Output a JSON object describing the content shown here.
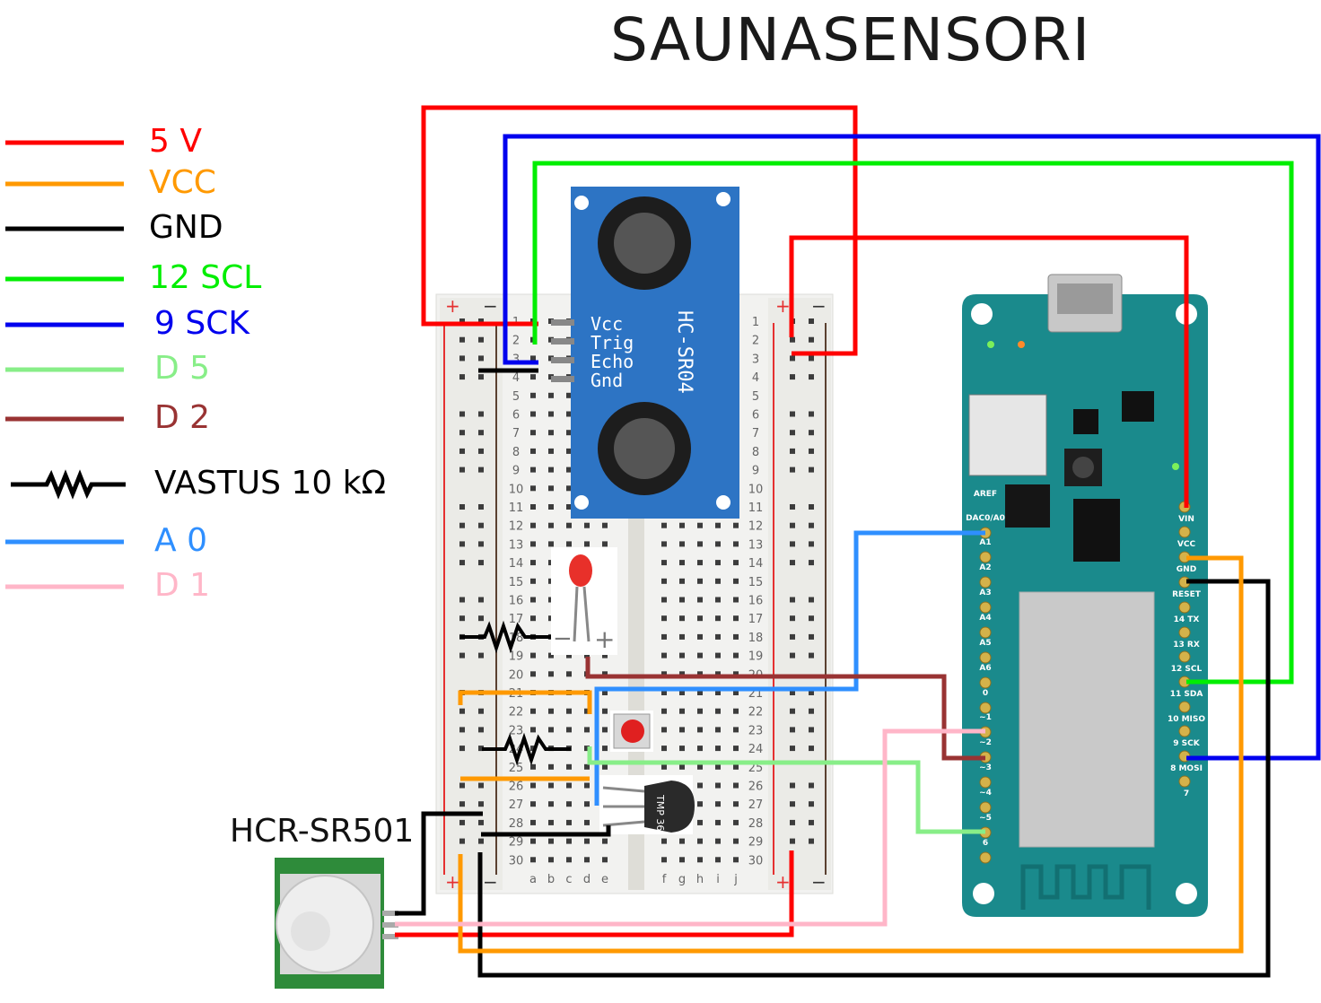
{
  "title": "SAUNASENSORI",
  "legend": [
    {
      "label": "5 V",
      "color": "#ff0000"
    },
    {
      "label": "VCC",
      "color": "#ff9900"
    },
    {
      "label": "GND",
      "color": "#000000"
    },
    {
      "label": "12 SCL",
      "color": "#00ee00"
    },
    {
      "label": "9 SCK",
      "color": "#0000ee"
    },
    {
      "label": "D 5",
      "color": "#88ee88"
    },
    {
      "label": "D 2",
      "color": "#993333"
    },
    {
      "label": "VASTUS 10 kΩ",
      "color": "#000000",
      "icon": "resistor-icon"
    },
    {
      "label": "A 0",
      "color": "#2f8fff"
    },
    {
      "label": "D 1",
      "color": "#ffb6c8"
    }
  ],
  "pir_label": "HCR-SR501",
  "sensor": {
    "model": "HC-SR04",
    "pins": [
      "Vcc",
      "Trig",
      "Echo",
      "Gnd"
    ]
  },
  "breadboard": {
    "rows": [
      "1",
      "2",
      "3",
      "4",
      "5",
      "6",
      "7",
      "8",
      "9",
      "10",
      "11",
      "12",
      "13",
      "14",
      "15",
      "16",
      "17",
      "18",
      "19",
      "20",
      "21",
      "22",
      "23",
      "24",
      "25",
      "26",
      "27",
      "28",
      "29",
      "30"
    ],
    "cols_left": [
      "a",
      "b",
      "c",
      "d",
      "e"
    ],
    "cols_right": [
      "f",
      "g",
      "h",
      "i",
      "j"
    ],
    "rail_plus": "+",
    "rail_minus": "−"
  },
  "temp_sensor": {
    "marking": "TMP 36"
  },
  "board": {
    "left_pins": [
      "AREF",
      "DAC0/A0",
      "A1",
      "A2",
      "A3",
      "A4",
      "A5",
      "A6",
      "0",
      "~1",
      "~2",
      "~3",
      "~4",
      "~5",
      "6"
    ],
    "right_pins": [
      "VIN",
      "VCC",
      "GND",
      "RESET",
      "14 TX",
      "13 RX",
      "12 SCL",
      "11 SDA",
      "10 MISO",
      "9 SCK",
      "8 MOSI",
      "7"
    ]
  }
}
